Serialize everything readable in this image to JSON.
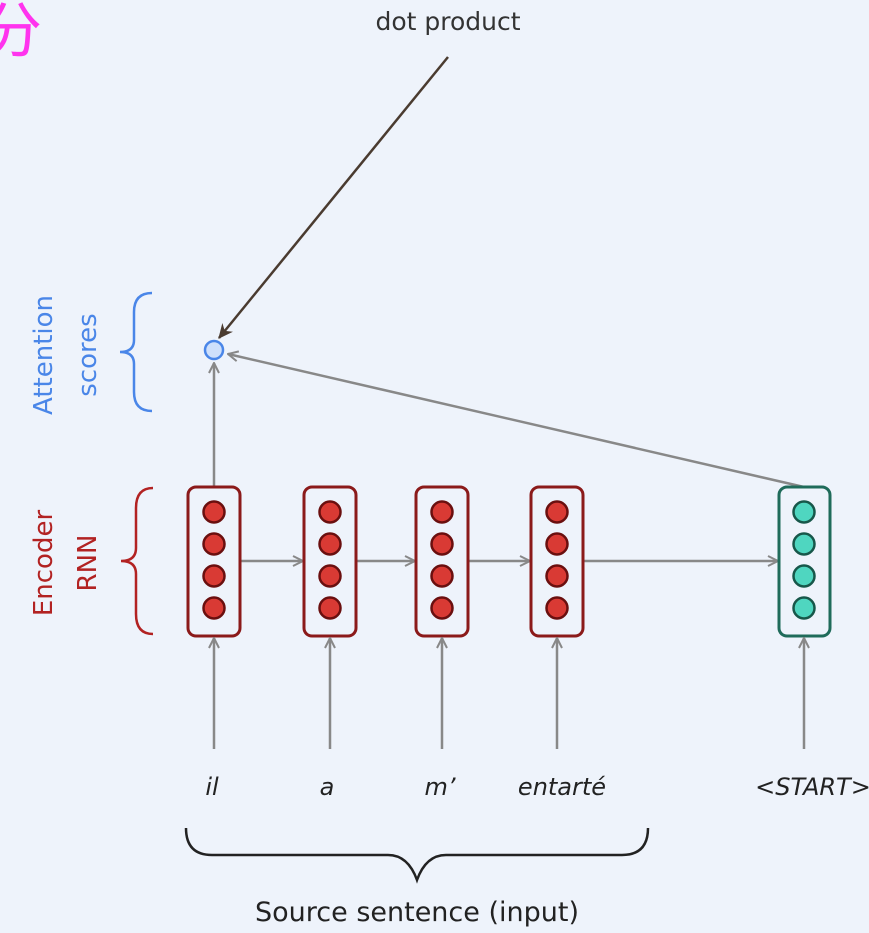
{
  "corner_glyph": "分",
  "dot_product_label": "dot product",
  "attention_label": [
    "Attention",
    "scores"
  ],
  "encoder_label": [
    "Encoder",
    "RNN"
  ],
  "source_words": [
    "il",
    "a",
    "m’",
    "entarté"
  ],
  "start_token": "<START>",
  "source_caption": "Source sentence (input)",
  "colors": {
    "background": "#eef3fb",
    "encoder": "#b22222",
    "encoder_box": "#8b1a1a",
    "encoder_node": "#d93a34",
    "decoder_box": "#1f6b5a",
    "decoder_node": "#4fd6c0",
    "attention": "#4a86e8",
    "arrow": "#888888",
    "dot_arrow": "#4a3b30",
    "corner_glyph": "#ff33ee"
  },
  "units_per_cell": 4
}
